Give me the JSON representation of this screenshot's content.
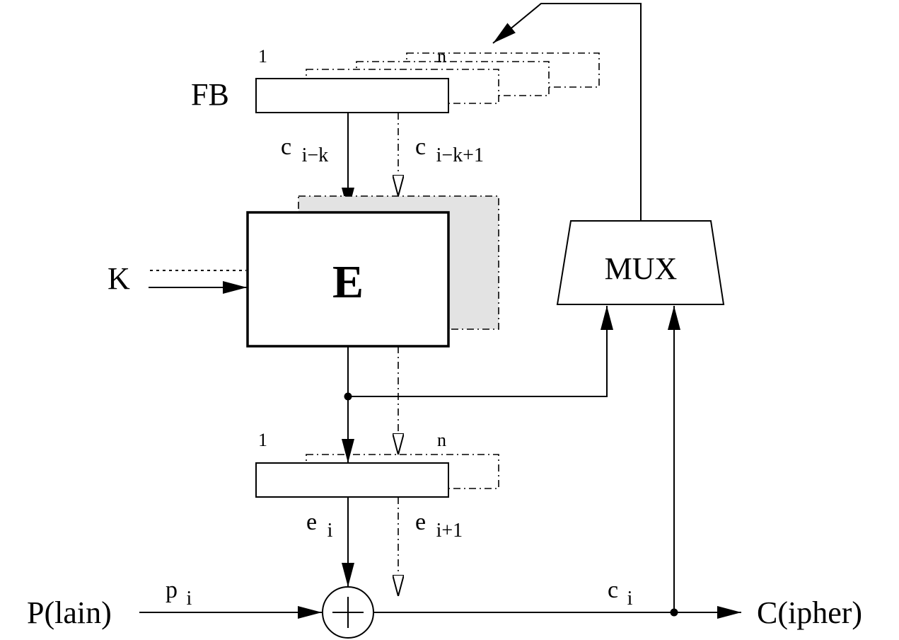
{
  "diagram": {
    "labels": {
      "fb": "FB",
      "fb_index_first": "1",
      "fb_index_last": "n",
      "c_ik_base": "c",
      "c_ik_sub": "i−k",
      "c_ik1_base": "c",
      "c_ik1_sub": "i−k+1",
      "key": "K",
      "encrypt": "E",
      "mux": "MUX",
      "out_index_first": "1",
      "out_index_last": "n",
      "e_i_base": "e",
      "e_i_sub": "i",
      "e_i1_base": "e",
      "e_i1_sub": "i+1",
      "p_i_base": "p",
      "p_i_sub": "i",
      "c_i_base": "c",
      "c_i_sub": "i",
      "plain": "P(lain)",
      "cipher": "C(ipher)"
    }
  }
}
